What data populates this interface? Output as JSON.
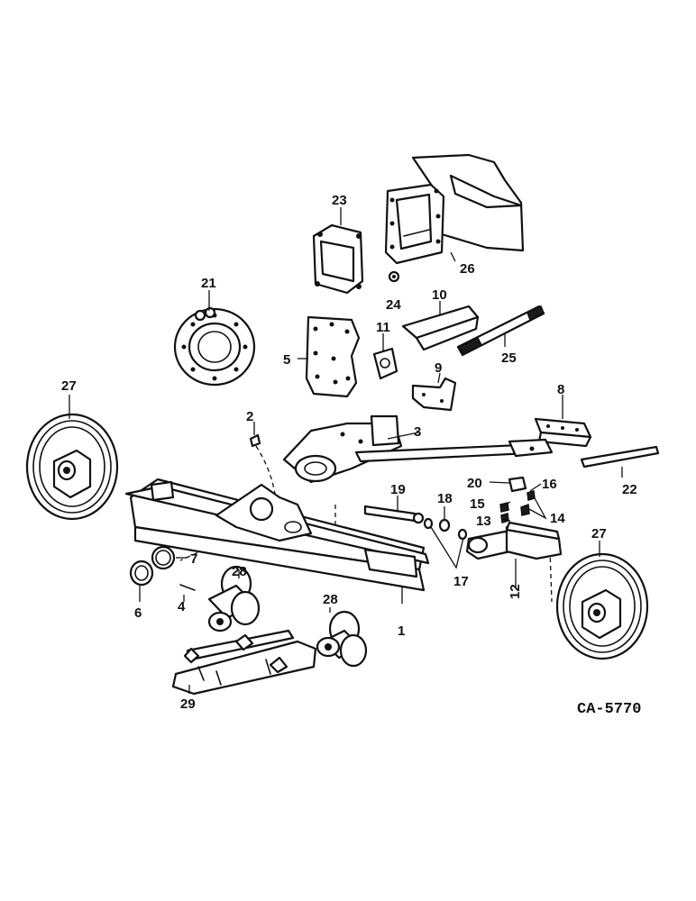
{
  "figure": {
    "drawing_code": "CA-5770"
  },
  "callouts": {
    "c1": "1",
    "c2": "2",
    "c3": "3",
    "c4": "4",
    "c5": "5",
    "c6": "6",
    "c7": "7",
    "c8": "8",
    "c9": "9",
    "c10": "10",
    "c11": "11",
    "c12": "12",
    "c13": "13",
    "c14": "14",
    "c15": "15",
    "c16": "16",
    "c17": "17",
    "c18": "18",
    "c19": "19",
    "c20": "20",
    "c21": "21",
    "c22": "22",
    "c23": "23",
    "c24": "24",
    "c25": "25",
    "c26": "26",
    "c27a": "27",
    "c27b": "27",
    "c28a": "28",
    "c28b": "28",
    "c29": "29"
  }
}
